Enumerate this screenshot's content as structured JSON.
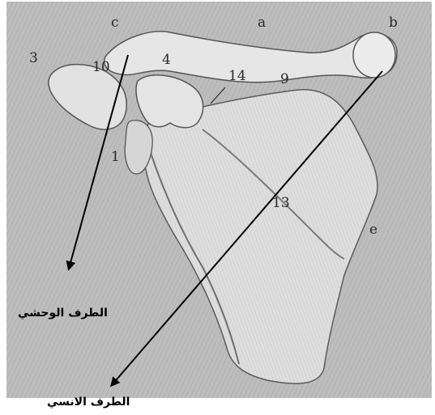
{
  "labels": {
    "c": "c",
    "a": "a",
    "b": "b",
    "n3": "3",
    "n10": "10",
    "n4": "4",
    "n14": "14",
    "g": "9",
    "n1": "1",
    "n13": "13",
    "e": "e"
  },
  "captions": {
    "lateral": "الطرف الوحشي",
    "medial": "الطرف الانسي"
  },
  "icons": {
    "figure": "scapula-clavicle-engraving"
  }
}
